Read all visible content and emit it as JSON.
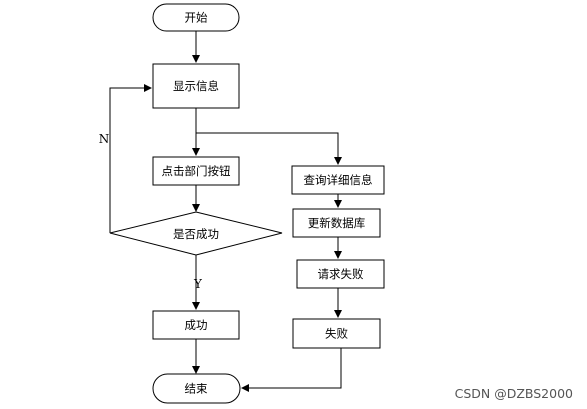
{
  "nodes": {
    "start": "开始",
    "show_info": "显示信息",
    "click_dept": "点击部门按钮",
    "is_success": "是否成功",
    "success": "成功",
    "end": "结束",
    "query_detail": "查询详细信息",
    "update_db": "更新数据库",
    "request_fail": "请求失败",
    "fail": "失败"
  },
  "edges": {
    "no_label": "N",
    "yes_label": "Y"
  },
  "watermark": "CSDN @DZBS2000"
}
